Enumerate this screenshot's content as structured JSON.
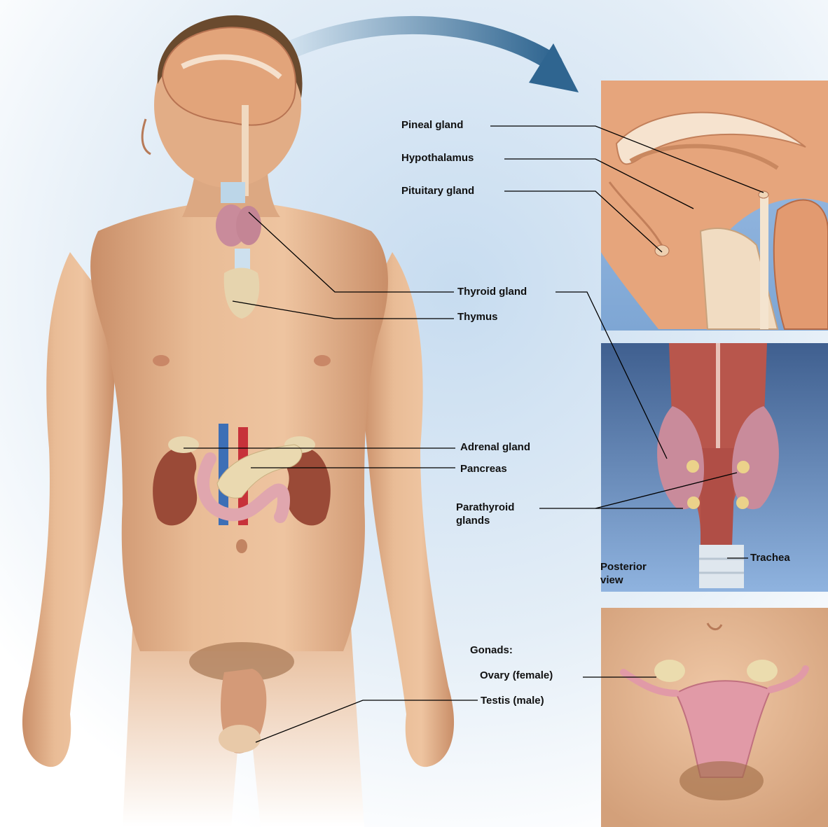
{
  "labels": {
    "pineal": "Pineal gland",
    "hypothalamus": "Hypothalamus",
    "pituitary": "Pituitary gland",
    "thyroid": "Thyroid gland",
    "thymus": "Thymus",
    "adrenal": "Adrenal gland",
    "pancreas": "Pancreas",
    "parathyroid_line1": "Parathyroid",
    "parathyroid_line2": "glands",
    "trachea": "Trachea",
    "posterior_line1": "Posterior",
    "posterior_line2": "view",
    "gonads": "Gonads:",
    "ovary": "Ovary (female)",
    "testis": "Testis (male)"
  },
  "colors": {
    "background_tint": "#c9dcef",
    "skin": "#e7b892",
    "skin_shadow": "#c98f6a",
    "brain": "#e2a47a",
    "panel_blue": "#7fa7d6",
    "thyroid_pink": "#c98b9b",
    "kidney": "#9a4a37",
    "arrow": "#3a6f98",
    "leader_line": "#000000"
  },
  "icons": [
    "curved-arrow-icon"
  ]
}
